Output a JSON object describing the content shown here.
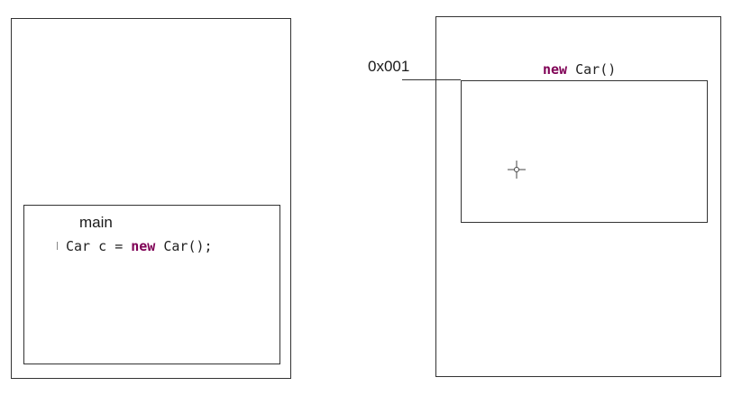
{
  "stack": {
    "frame_name": "main",
    "statement": {
      "type": "Car",
      "variable": "c",
      "assign": "=",
      "keyword": "new",
      "constructor_call": "Car();"
    }
  },
  "heap": {
    "object_address": "0x001",
    "object_label_keyword": "new",
    "object_label_call": "Car()"
  },
  "icons": {
    "cursor": "crosshair-cursor-icon"
  },
  "colors": {
    "keyword": "#7f0055",
    "box_border": "#333333"
  }
}
